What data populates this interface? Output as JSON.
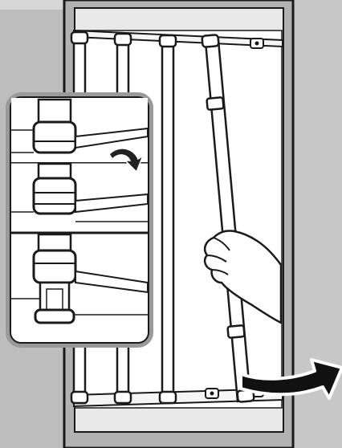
{
  "illustration": {
    "kind": "assembly-instruction",
    "steps_in_inset": 3,
    "rods_in_frame": 4,
    "colors": {
      "wall_gray": "#b9b9b9",
      "inset_panel_gray": "#cfcfcf",
      "line_dark": "#1a1a1a",
      "paper_white": "#ffffff"
    },
    "icons": [
      "rotate-arrow-icon",
      "swing-out-arrow-icon",
      "hand-icon"
    ]
  }
}
